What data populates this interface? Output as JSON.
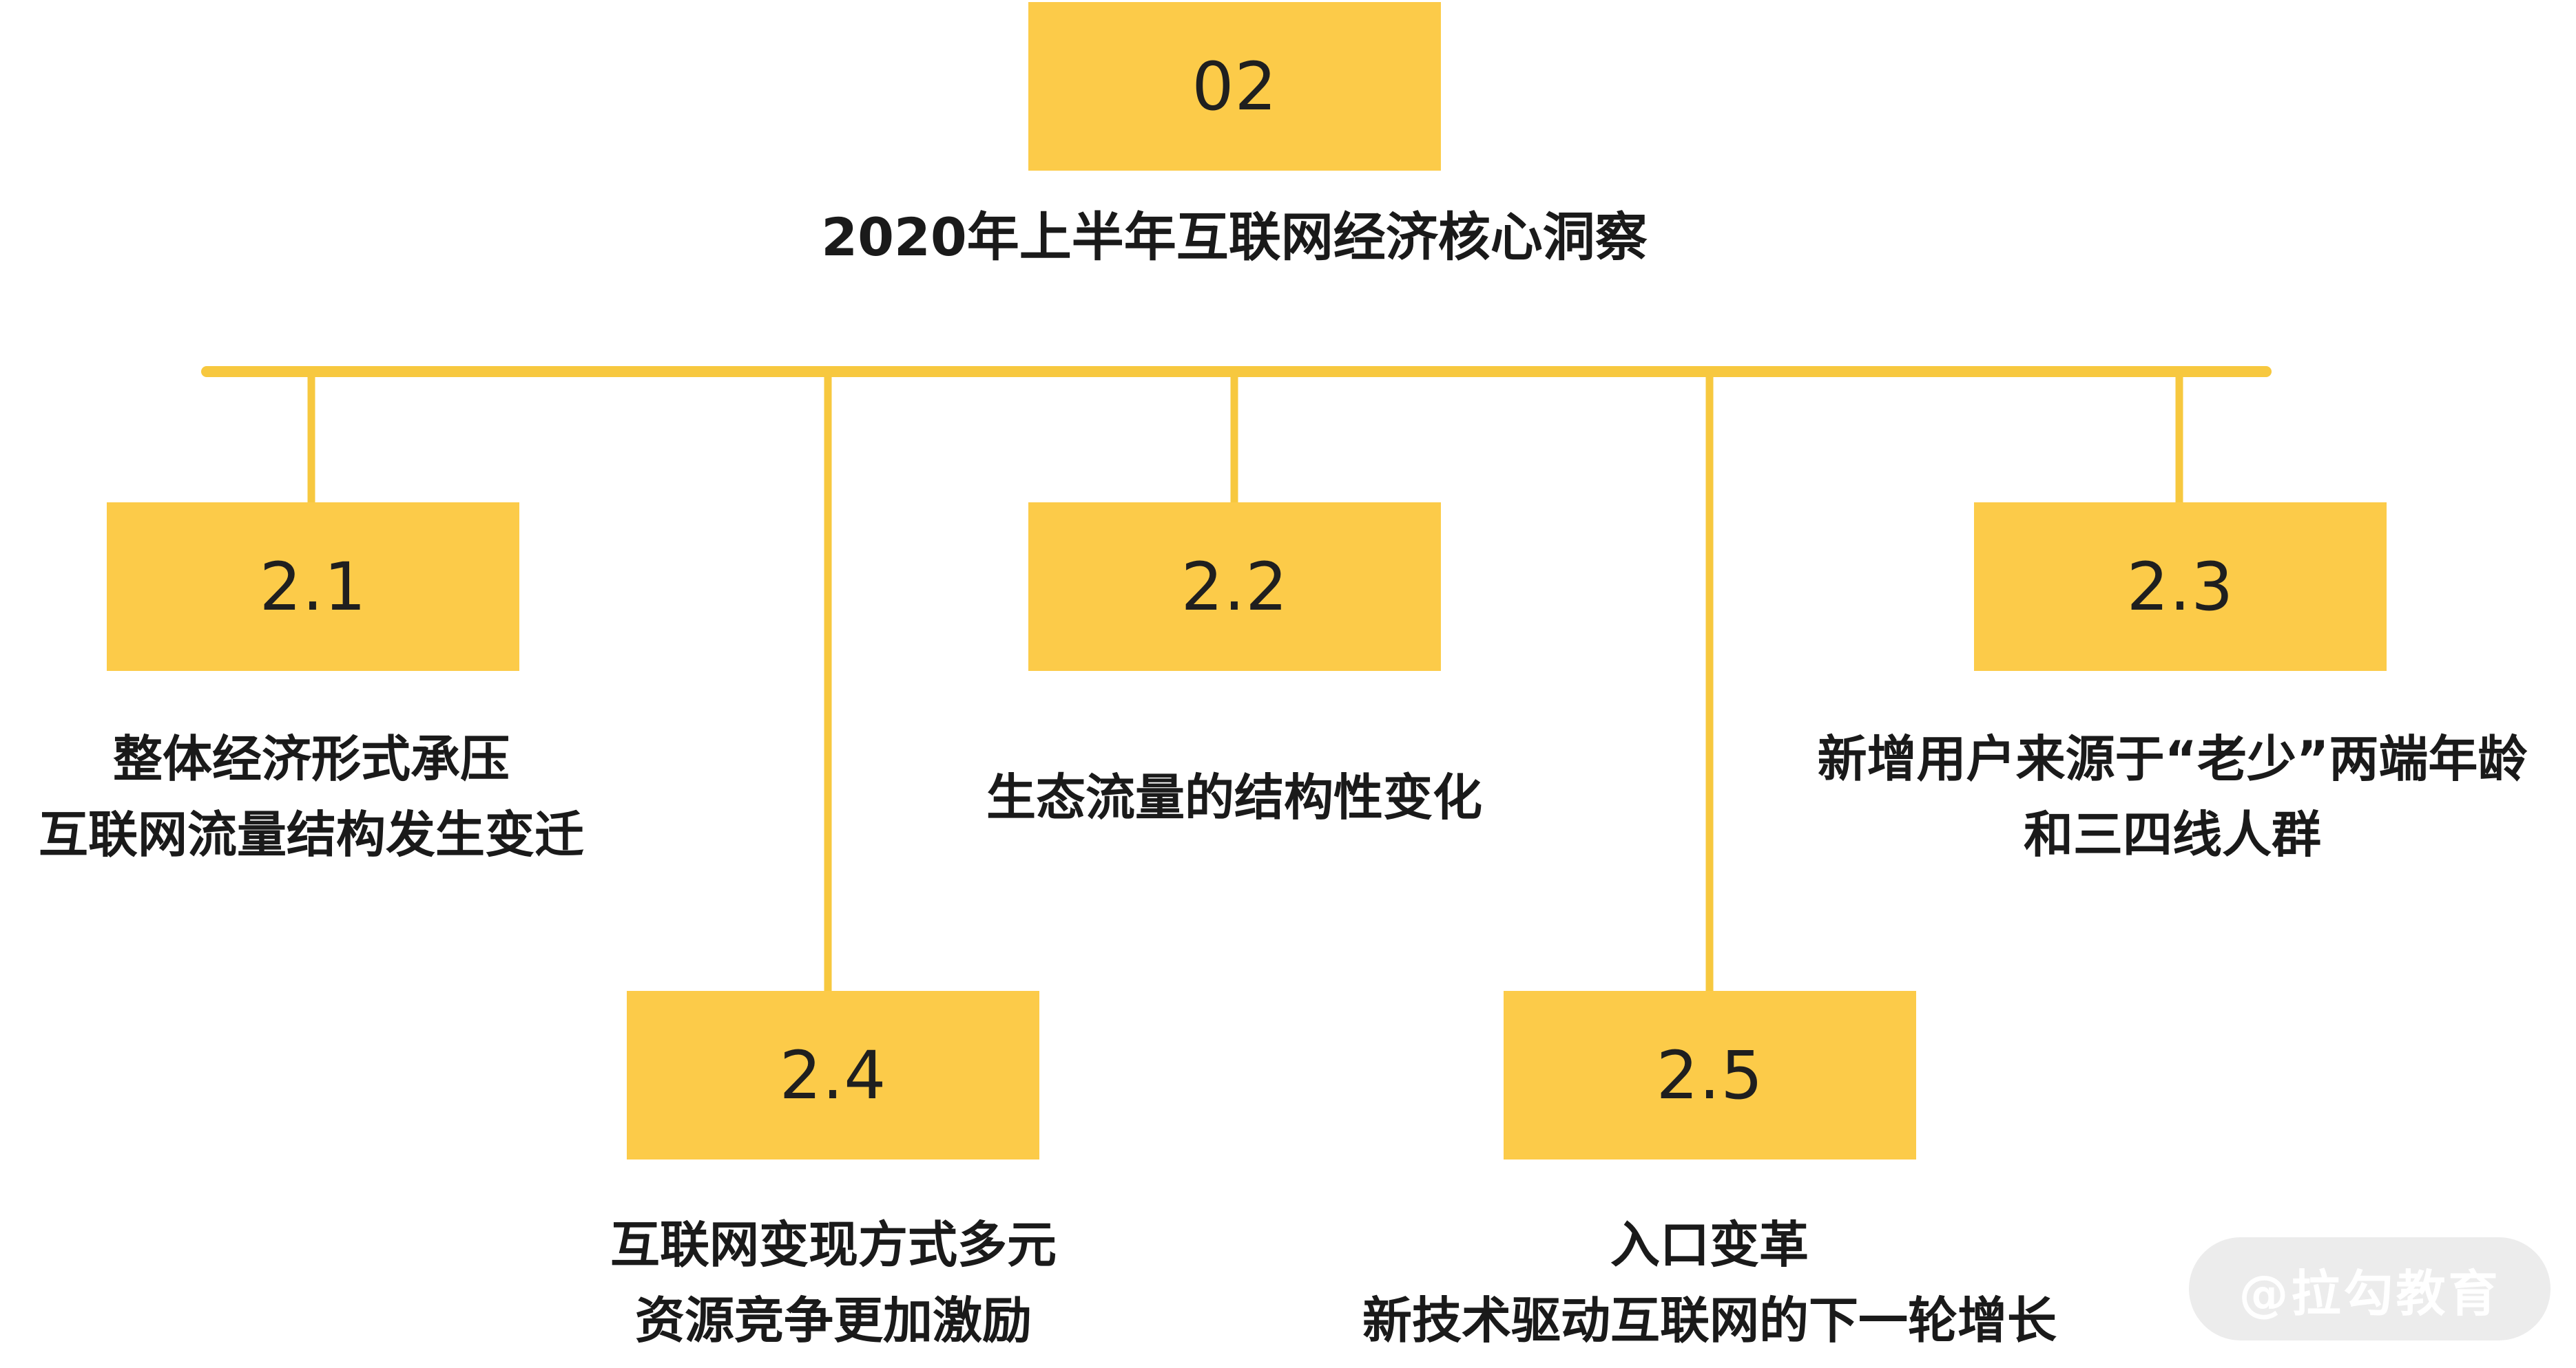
{
  "colors": {
    "box_fill": "#fccb49",
    "connector": "#f7c83f",
    "text": "#1a1a1a",
    "watermark_bg": "#ececec",
    "watermark_text": "#ffffff"
  },
  "root": {
    "number": "02",
    "title": "2020年上半年互联网经济核心洞察"
  },
  "sections": [
    {
      "number": "2.1",
      "lines": [
        "整体经济形式承压",
        "互联网流量结构发生变迁"
      ]
    },
    {
      "number": "2.2",
      "lines": [
        "生态流量的结构性变化"
      ]
    },
    {
      "number": "2.3",
      "lines": [
        "新增用户来源于“老少”两端年龄",
        "和三四线人群"
      ]
    },
    {
      "number": "2.4",
      "lines": [
        "互联网变现方式多元",
        "资源竞争更加激励"
      ]
    },
    {
      "number": "2.5",
      "lines": [
        "入口变革",
        "新技术驱动互联网的下一轮增长"
      ]
    }
  ],
  "watermark": "@拉勾教育"
}
